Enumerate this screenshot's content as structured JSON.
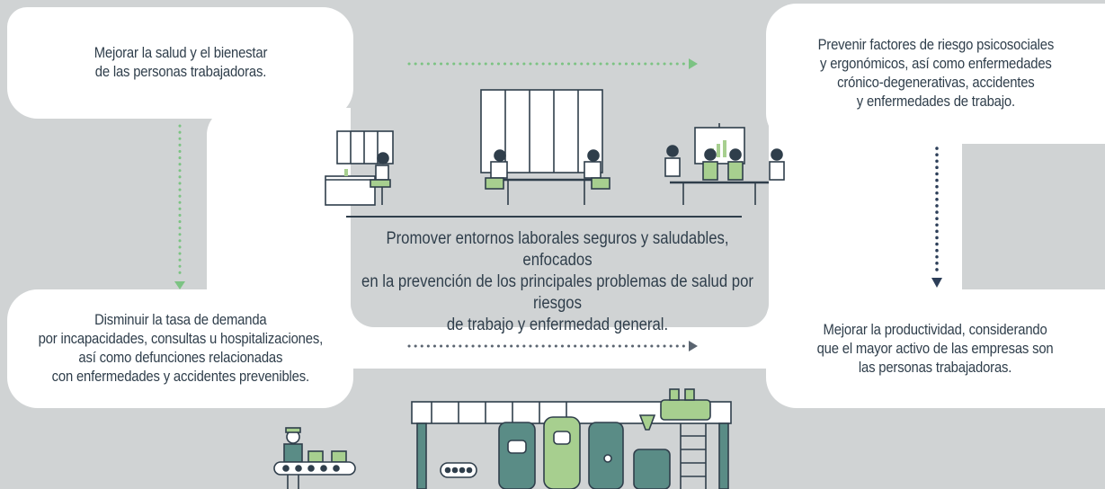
{
  "goals": {
    "top_left": [
      "Mejorar la salud y el bienestar",
      "de las personas trabajadoras."
    ],
    "top_right": [
      "Prevenir factores de riesgo psicosociales",
      "y ergonómicos, así como enfermedades",
      "crónico-degenerativas, accidentes",
      "y enfermedades de trabajo."
    ],
    "center": [
      "Promover entornos laborales seguros y saludables, enfocados",
      "en la prevención de los principales problemas de salud por riesgos",
      "de trabajo y enfermedad general."
    ],
    "bottom_left": [
      "Disminuir la tasa de demanda",
      "por incapacidades, consultas u hospitalizaciones,",
      "así como defunciones relacionadas",
      "con enfermedades y accidentes prevenibles."
    ],
    "bottom_right": [
      "Mejorar la productividad, considerando",
      "que el mayor activo de las empresas son",
      "las personas trabajadoras."
    ]
  },
  "colors": {
    "background": "#d0d3d4",
    "box": "#ffffff",
    "text": "#2f3e4b",
    "green_arrow": "#7cc383",
    "navy_arrow": "#2c3e58",
    "illustration_green": "#a7cf8f",
    "illustration_teal": "#5a8c86"
  },
  "icons": [
    "office-desk-illustration",
    "meeting-room-illustration",
    "presentation-illustration",
    "conveyor-worker-illustration",
    "factory-plant-illustration"
  ]
}
